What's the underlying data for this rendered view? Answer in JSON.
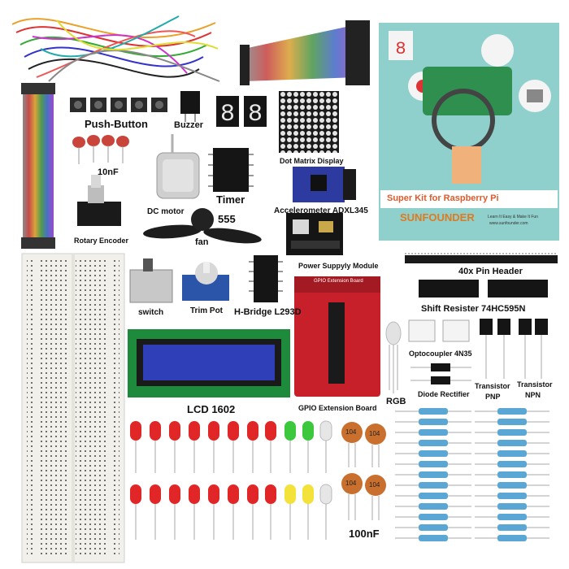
{
  "labels": {
    "push_button": "Push-Button",
    "buzzer": "Buzzer",
    "cap_10nf": "10nF",
    "dot_matrix": "Dot Matrix Display",
    "dc_motor": "DC motor",
    "timer": "Timer",
    "timer_555": "555",
    "accelerometer": "Accelerometer ADXL345",
    "rotary_encoder": "Rotary Encoder",
    "fan": "fan",
    "power_module": "Power Suppyly Module",
    "pin_header": "40x Pin Header",
    "switch": "switch",
    "trim_pot": "Trim Pot",
    "hbridge": "H-Bridge L293D",
    "shift_register": "Shift Resister 74HC595N",
    "optocoupler": "Optocoupler 4N35",
    "diode": "Diode Rectifier",
    "transistor_pnp_1": "Transistor",
    "transistor_pnp_2": "PNP",
    "transistor_npn_1": "Transistor",
    "transistor_npn_2": "NPN",
    "lcd": "LCD 1602",
    "gpio_board": "GPIO Extension Board",
    "rgb": "RGB",
    "cap_100nf": "100nF"
  },
  "book": {
    "title": "Super Kit for Raspberry Pi",
    "brand": "SUNFOUNDER",
    "tagline": "Learn It Easy & Make It Fun",
    "url": "www.sunfounder.com"
  },
  "markings": {
    "capacitor_code": "104",
    "gpio_silk": "GPIO Extension Board"
  },
  "colors": {
    "breadboard": "#f1f0ea",
    "lcd_screen": "#2e3fb8",
    "pcb_red": "#c8202a",
    "book_bg": "#8fd0cc",
    "book_title": "#e05a2a",
    "capacitor": "#c9702e",
    "resistor": "#5aa7d6"
  }
}
